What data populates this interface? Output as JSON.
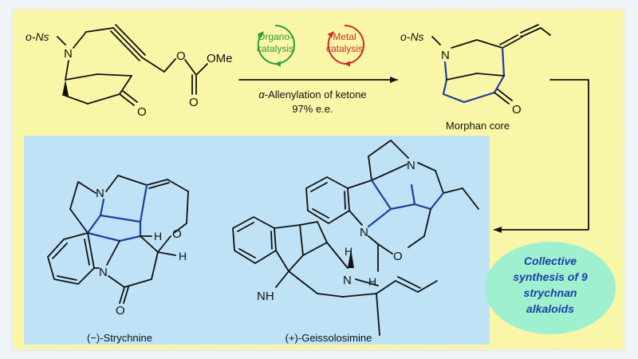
{
  "figure": {
    "catalysis": {
      "organo_line1": "Organo-",
      "organo_line2": "catalysis",
      "metal_line1": "Metal",
      "metal_line2": "catalysis",
      "organo_color": "#2e9a3c",
      "metal_color": "#cc2a2a"
    },
    "arrow_label_prefix": "α",
    "arrow_label_rest": "-Allenylation of ketone",
    "ee_label": "97% e.e.",
    "product_label": "Morphan core",
    "start_material": {
      "ns_label": "o-Ns",
      "n_atom": "N",
      "o_ester": "O",
      "o_carbonyl": "O",
      "ome": "OMe",
      "o_ketone": "O"
    },
    "morphan_core": {
      "ns_label": "o-Ns",
      "n_atom": "N",
      "o_ketone": "O"
    },
    "strychnine": {
      "name": "(−)-Strychnine",
      "n_top": "N",
      "n_bottom": "N",
      "h1": "H",
      "h2": "H",
      "o_ether": "O",
      "o_carbonyl": "O"
    },
    "geissolosimine": {
      "name": "(+)-Geissolosimine",
      "n_top": "N",
      "n_mid": "N",
      "o_ring": "O",
      "h1": "H",
      "h2": "H",
      "n_bottom": "N",
      "nh": "NH"
    },
    "result_bubble": {
      "line1": "Collective",
      "line2": "synthesis of 9",
      "line3": "strychnan",
      "line4": "alkaloids",
      "fill": "#9ff0cf",
      "text_color": "#1d3fa6"
    },
    "colors": {
      "panel_yellow": "#f9f7a7",
      "panel_blue": "#bfe2f7",
      "highlight_bonds": "#1c3f9c"
    }
  }
}
